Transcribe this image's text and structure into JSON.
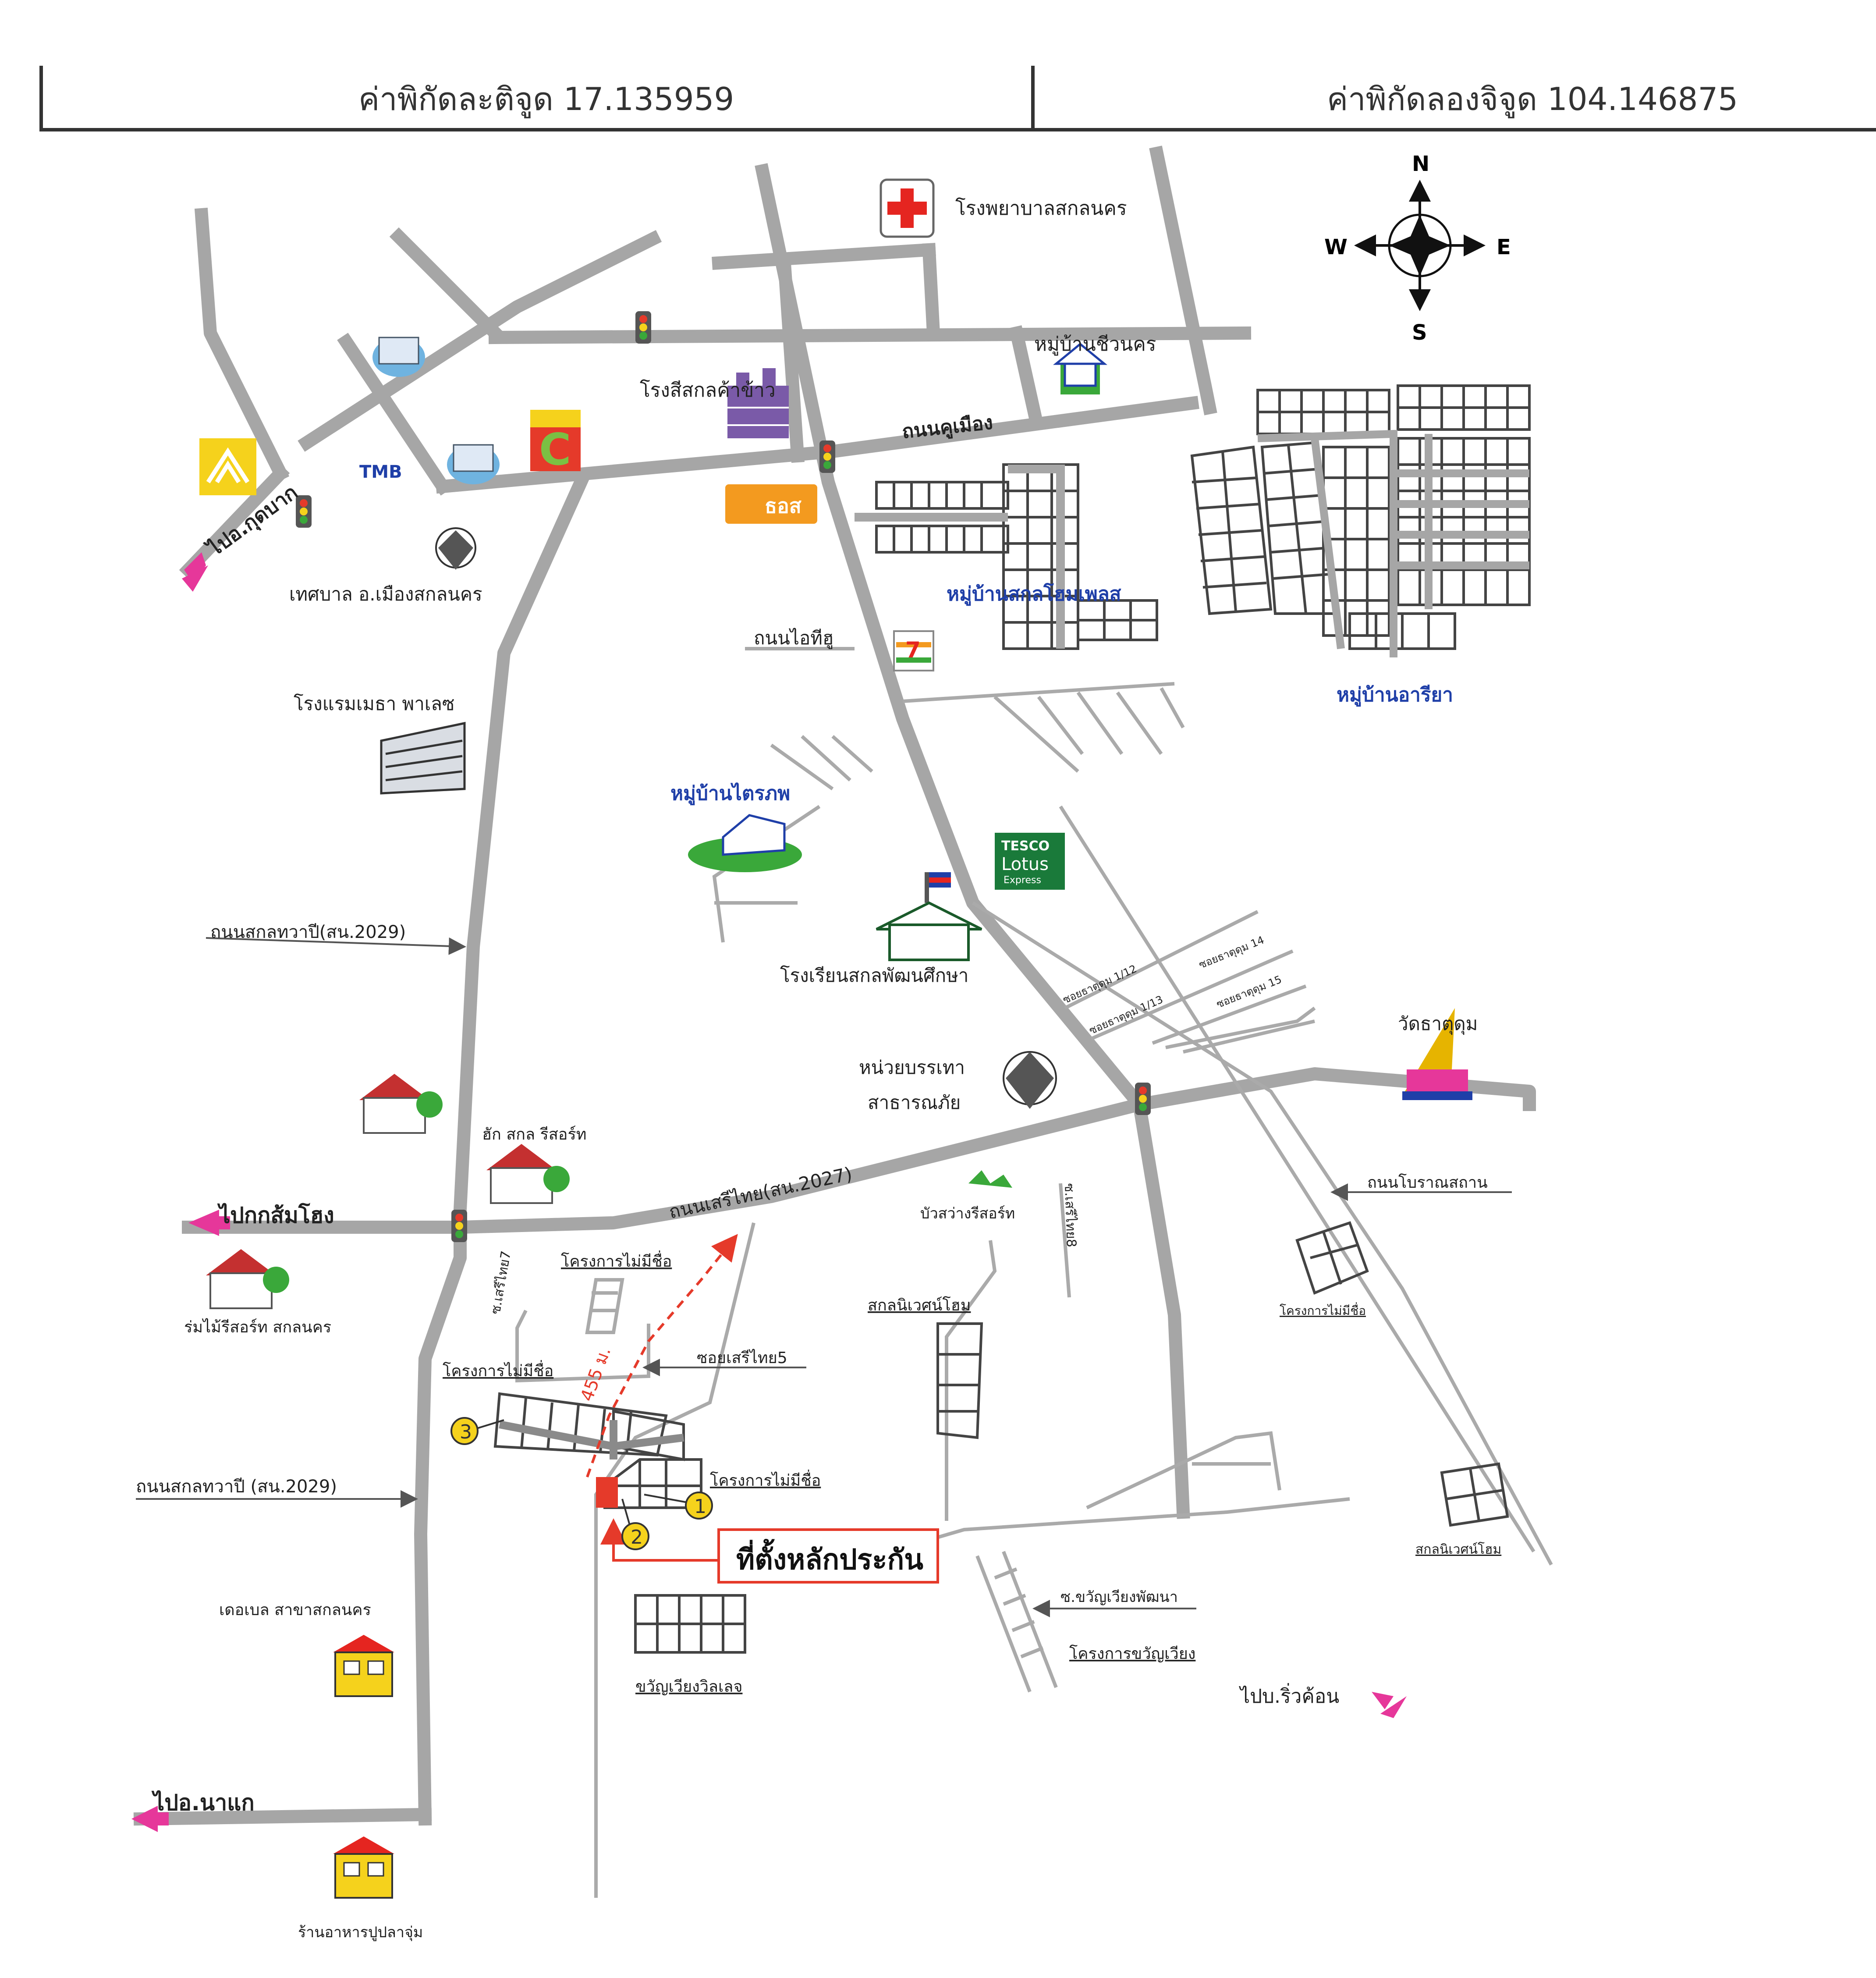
{
  "header": {
    "latitude_label": "ค่าพิกัดละติจูด 17.135959",
    "longitude_label": "ค่าพิกัดลองจิจูด 104.146875"
  },
  "compass": {
    "n": "N",
    "e": "E",
    "s": "S",
    "w": "W"
  },
  "colors": {
    "road": "#a6a6a6",
    "road_thin": "#aaaaaa",
    "grid": "#444444",
    "label_blue": "#1f3fa8",
    "arrow_pink": "#e6379a",
    "route_red": "#e53a2a",
    "marker_yellow": "#f5d21c",
    "hospital_red": "#e52520",
    "tesco_green": "#1a7a3a"
  },
  "places": {
    "hospital": "โรงพยาบาลสกลนคร",
    "village_siwanakhon": "หมู่บ้านชีวนคร",
    "rongsi_sakon": "โรงสีสกลค้าข้าว",
    "road_khumueang": "ถนนคูเมือง",
    "to_kathasin": "ไปอ.กุดบาก",
    "municipality": "เทศบาล อ.เมืองสกลนคร",
    "hotel_mettha": "โรงแรมเมธา พาเลซ",
    "village_sakon_home": "หมู่บ้านสกลโฮมเพลส",
    "village_ariya": "หมู่บ้านอารียา",
    "road_itiyu": "ถนนไอทีฮู",
    "village_traiphop": "หมู่บ้านไตรภพ",
    "school": "โรงเรียนสกลพัฒนศึกษา",
    "road_sakonthawapi_1": "ถนนสกลทวาปี(สน.2029)",
    "rescue_unit_1": "หน่วยบรรเทา",
    "rescue_unit_2": "สาธารณภัย",
    "wat": "วัดธาตุดุม",
    "road_boransathan": "ถนนโบราณสถาน",
    "hug_resort": "ฮัก สกล รีสอร์ท",
    "to_kusuman": "ไปกกส้มโฮง",
    "road_serithai": "ถนนเสรีไทย(สน.2027)",
    "bualuang_resort": "บัวสว่างรีสอร์ท",
    "soi_serithai7": "ซ.เสรีไทย7",
    "soi_serithai_b": "ซ.เสรีไทย8",
    "project_unnamed_1": "โครงการไม่มีชื่อ",
    "project_unnamed_2": "โครงการไม่มีชื่อ",
    "project_unnamed_3": "โครงการไม่มีชื่อ",
    "project_unnamed_4": "โครงการไม่มีชื่อ",
    "rommai_resort": "ร่มไม้รีสอร์ท สกลนคร",
    "soi_serithai5": "ซอยเสรีไทย5",
    "sakon_sirin_home_1": "สกลนิเวศน์โฮม",
    "sakon_sirin_home_2": "สกลนิเวศน์โฮม",
    "road_sakonthawapi_2": "ถนนสกลทวาปี (สน.2029)",
    "collateral": "ที่ตั้งหลักประกัน",
    "distance": "455 ม.",
    "soi_khwanwiang": "ซ.ขวัญเวียงพัฒนา",
    "project_khwanwiang": "โครงการขวัญเวียง",
    "khwanwiang_village": "ขวัญเวียงวิลเลจ",
    "debel": "เดอเบล สาขาสกลนคร",
    "to_riwkhon": "ไปบ.ริ่วค้อน",
    "to_nakae": "ไปอ.นาแก",
    "restaurant": "ร้านอาหารปูปลาจุ่ม",
    "soi_a": "ซอยธาตุดุม 1/12",
    "soi_b": "ซอยธาตุดุม 1/13",
    "soi_c": "ซอยธาตุดุม 14",
    "soi_d": "ซอยธาตุดุม 15",
    "marker_1": "1",
    "marker_2": "2",
    "marker_3": "3",
    "seven_eleven": "7",
    "tmb": "TMB",
    "big_c": "C",
    "thos": "ธอส",
    "tesco_1": "TESCO",
    "tesco_2": "Lotus",
    "tesco_3": "Express"
  }
}
